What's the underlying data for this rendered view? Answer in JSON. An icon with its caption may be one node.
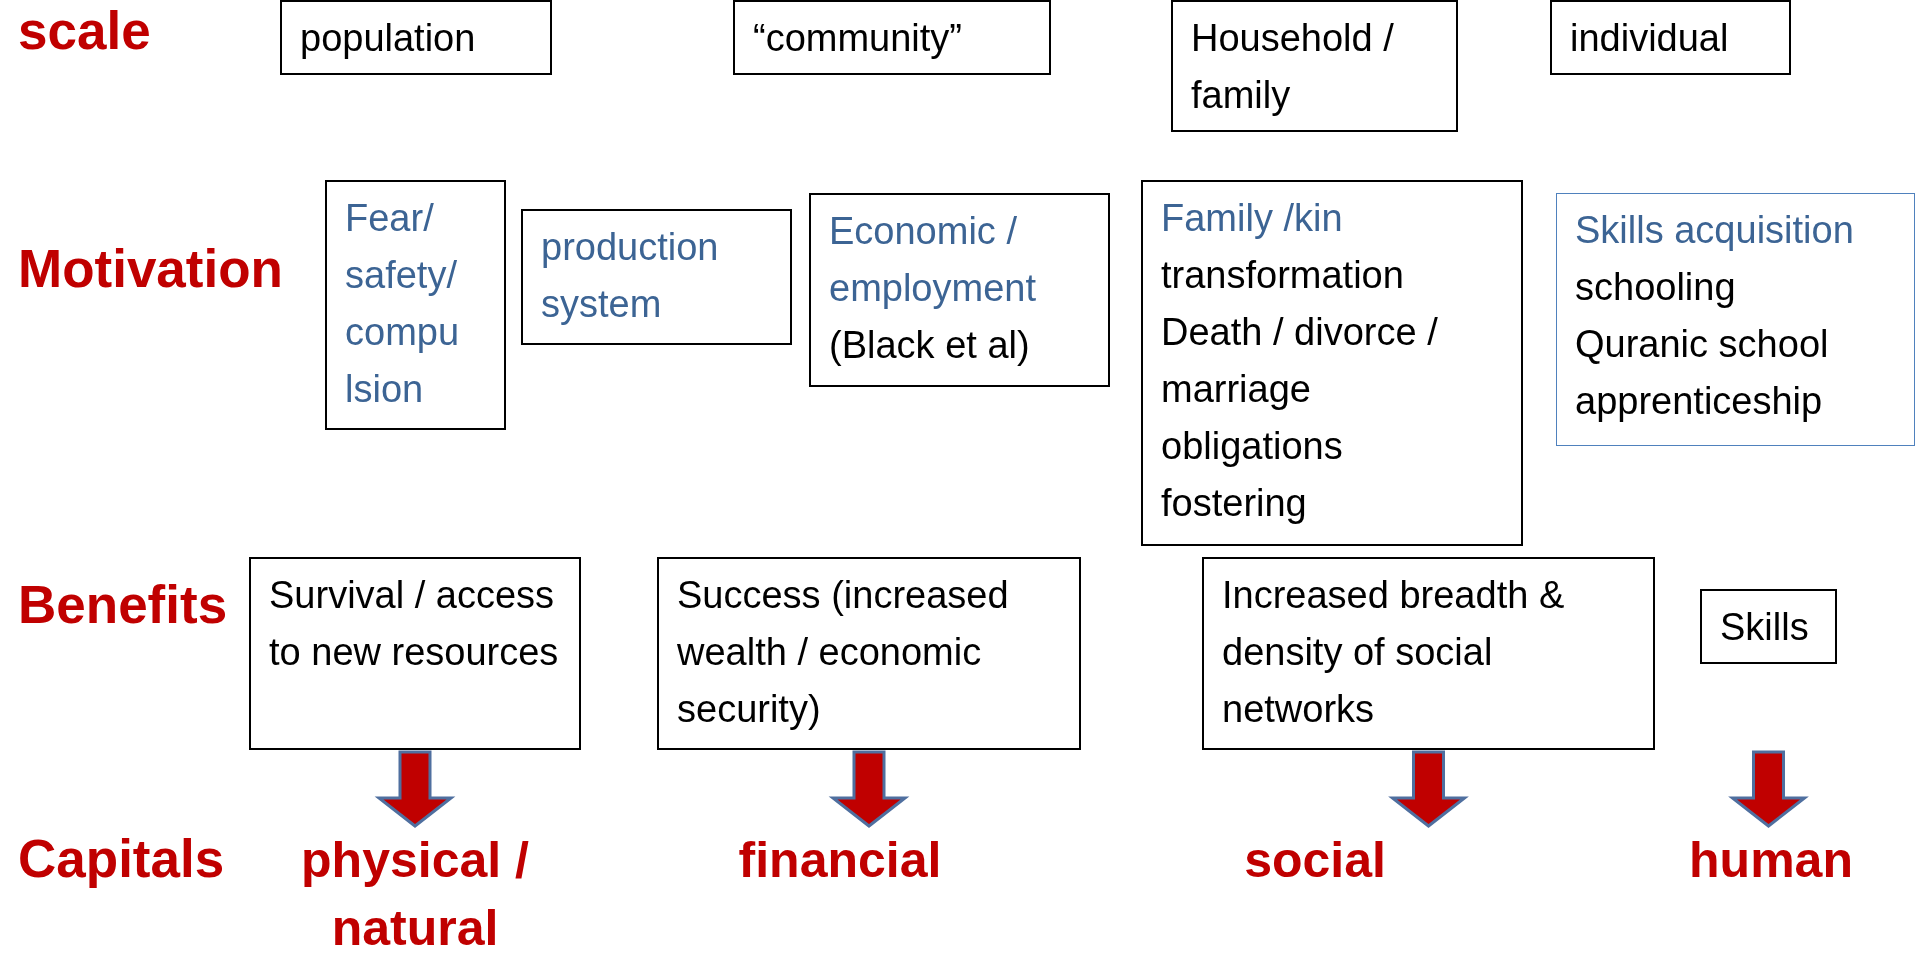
{
  "diagram": {
    "nodes": [
      {
        "text": [
          "population"
        ]
      },
      {
        "text": [
          "“community”"
        ]
      },
      {
        "text": [
          "Household / family"
        ]
      },
      {
        "text": [
          "individual"
        ]
      },
      {
        "text": [
          "Fear/ safety/ compu lsion"
        ]
      },
      {
        "text": [
          "production system"
        ]
      },
      {
        "text": [
          "Economic / employment",
          "(Black et al)"
        ]
      },
      {
        "text": [
          "Family  /kin",
          "transformation",
          "Death / divorce / marriage",
          "obligations",
          "fostering"
        ]
      },
      {
        "text": [
          "Skills acquisition",
          "schooling",
          "Quranic school",
          "apprenticeship"
        ]
      },
      {
        "text": [
          "Survival / access to new resources"
        ]
      },
      {
        "text": [
          "Success (increased wealth / economic security)"
        ]
      },
      {
        "text": [
          "Increased breadth & density of social networks"
        ]
      },
      {
        "text": [
          "Skills"
        ]
      },
      {
        "text": [
          "physical / natural"
        ]
      },
      {
        "text": [
          "financial"
        ]
      },
      {
        "text": [
          "social"
        ]
      },
      {
        "text": [
          "human"
        ]
      }
    ],
    "edges": [
      {
        "from": 9,
        "to": 13,
        "arrow": "to"
      },
      {
        "from": 10,
        "to": 14,
        "arrow": "to"
      },
      {
        "from": 11,
        "to": 15,
        "arrow": "to"
      },
      {
        "from": 12,
        "to": 16,
        "arrow": "to"
      }
    ],
    "labels": [
      "scale",
      "Motivation",
      "Benefits",
      "Capitals"
    ]
  }
}
